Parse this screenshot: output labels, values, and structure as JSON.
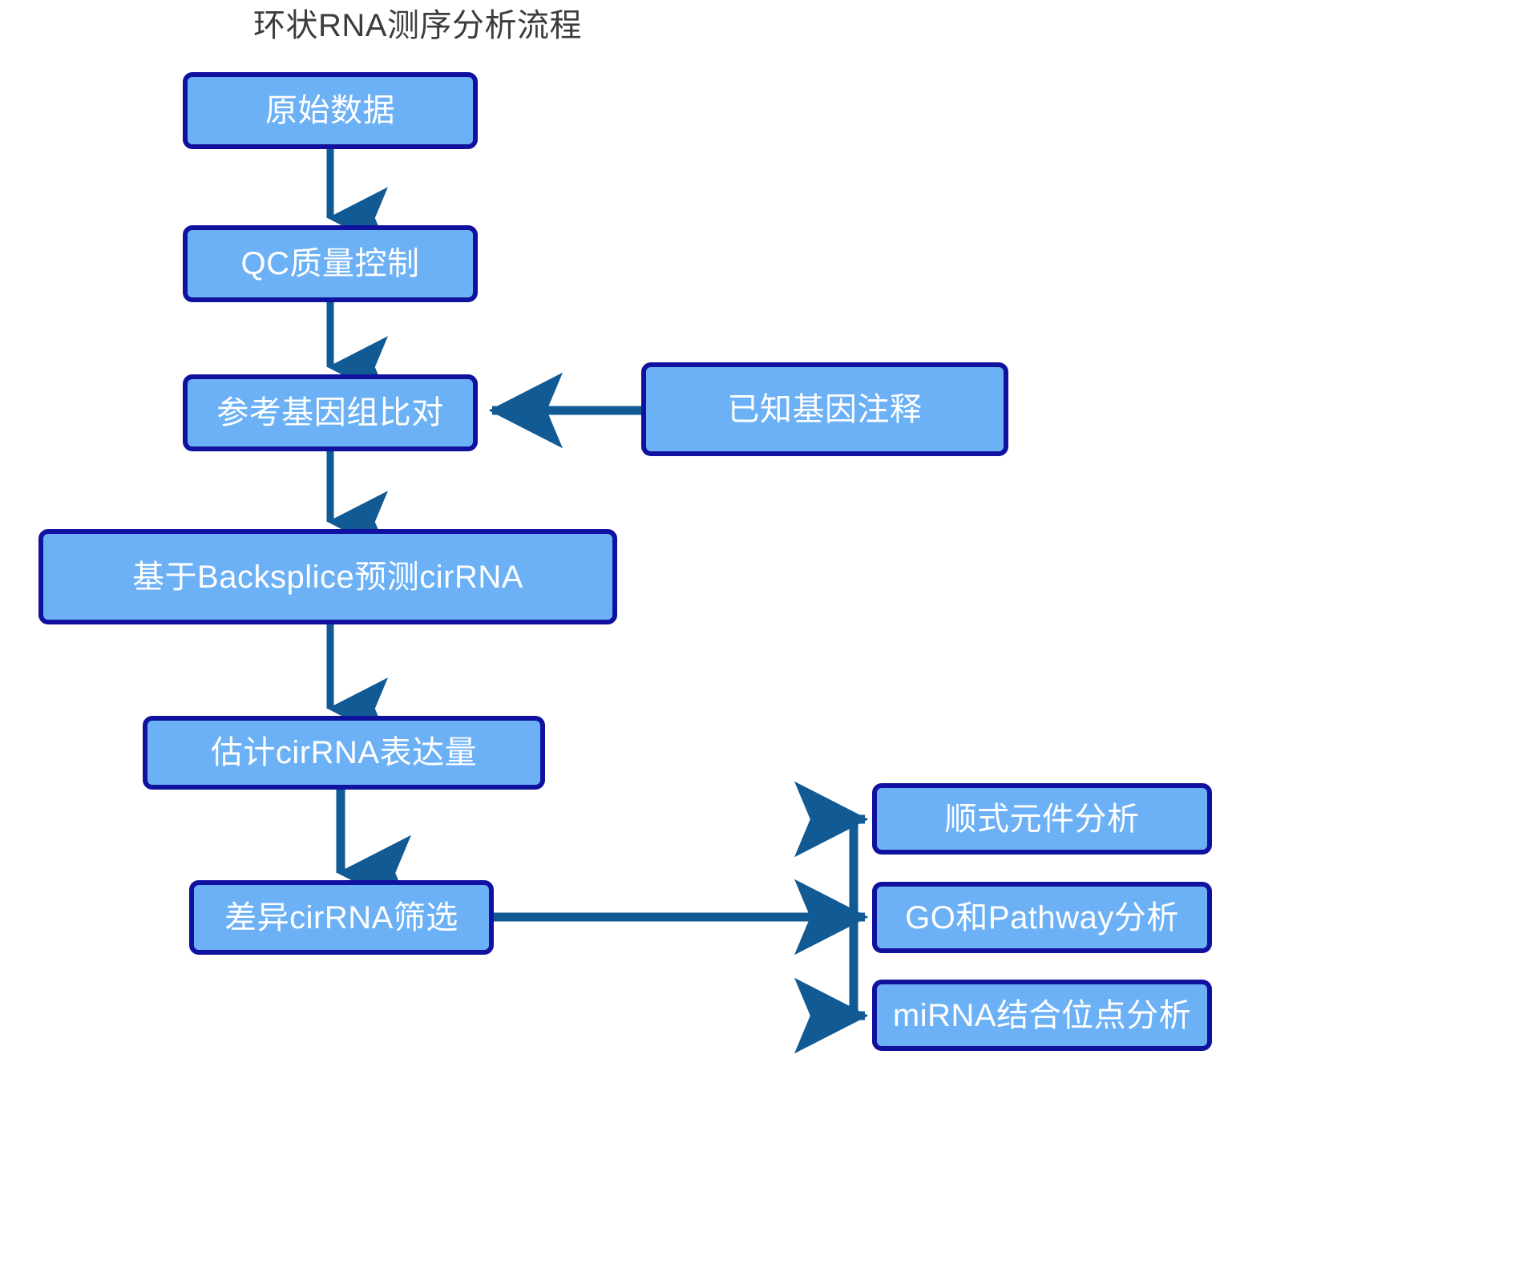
{
  "diagram": {
    "title": "环状RNA测序分析流程",
    "colors": {
      "node_fill": "#6cb1f5",
      "node_border": "#11119f",
      "node_text": "#ffffff",
      "arrow": "#125a94",
      "title_text": "#3c3c3c",
      "background": "#ffffff"
    },
    "nodes": [
      {
        "id": "raw",
        "label": "原始数据"
      },
      {
        "id": "qc",
        "label": "QC质量控制"
      },
      {
        "id": "align",
        "label": "参考基因组比对"
      },
      {
        "id": "anno",
        "label": "已知基因注释"
      },
      {
        "id": "predict",
        "label": "基于Backsplice预测cirRNA"
      },
      {
        "id": "express",
        "label": "估计cirRNA表达量"
      },
      {
        "id": "diff",
        "label": "差异cirRNA筛选"
      },
      {
        "id": "cis",
        "label": "顺式元件分析"
      },
      {
        "id": "go",
        "label": "GO和Pathway分析"
      },
      {
        "id": "mirna",
        "label": "miRNA结合位点分析"
      }
    ],
    "edges": [
      {
        "from": "raw",
        "to": "qc",
        "direction": "down"
      },
      {
        "from": "qc",
        "to": "align",
        "direction": "down"
      },
      {
        "from": "anno",
        "to": "align",
        "direction": "left"
      },
      {
        "from": "align",
        "to": "predict",
        "direction": "down"
      },
      {
        "from": "predict",
        "to": "express",
        "direction": "down"
      },
      {
        "from": "express",
        "to": "diff",
        "direction": "down"
      },
      {
        "from": "diff",
        "to": "cis",
        "direction": "right-branch-up"
      },
      {
        "from": "diff",
        "to": "go",
        "direction": "right"
      },
      {
        "from": "diff",
        "to": "mirna",
        "direction": "right-branch-down"
      }
    ]
  }
}
